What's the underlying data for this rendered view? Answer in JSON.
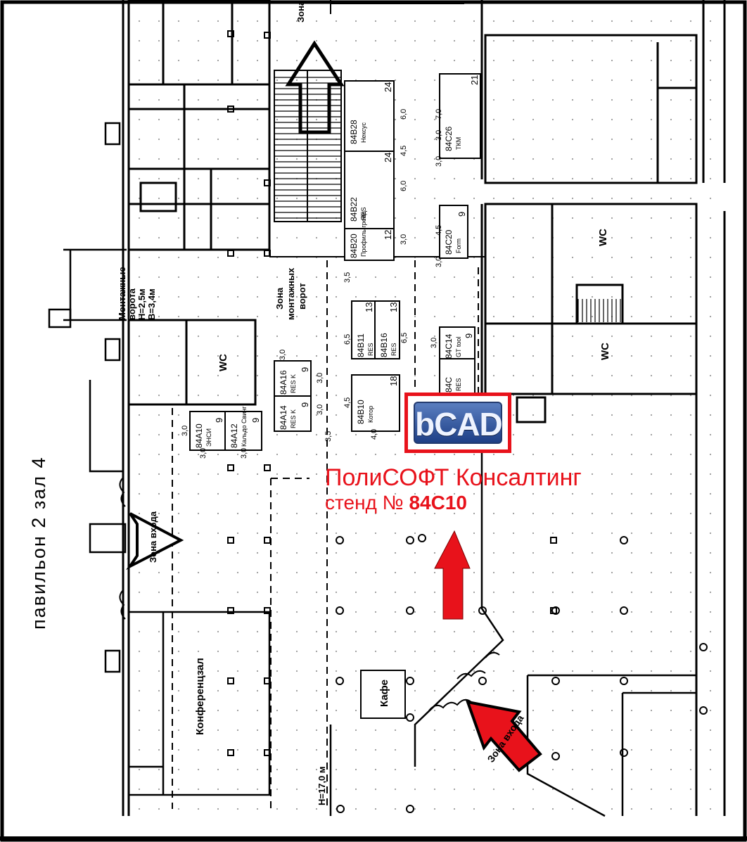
{
  "map": {
    "pavilion_label": "павильон 2 зал 4",
    "exhibitor_name": "ПолиСОФТ Консалтинг",
    "stand_prefix": "стенд №",
    "stand_number": "84C10",
    "logo_text": "bCAD",
    "accent_color": "#e8121b",
    "logo_color": "#2c4f9a",
    "zones": {
      "mounting_gate_left": [
        "Монтажные",
        "ворота",
        "Н=2,5м",
        "В=3,4м"
      ],
      "mounting_zone_center": [
        "Зона",
        "монтажных",
        "ворот"
      ],
      "entrance_zone_left": "Зона входа",
      "entrance_zone_bottom": "Зона входа",
      "top_zone": "Зона",
      "wc": "WC",
      "conference_hall": "Конференцзал",
      "cafe": "Кафе",
      "height_note": "Н=17,0 м"
    },
    "stands": [
      {
        "id": "84B28",
        "name": "Нексус",
        "area": "24"
      },
      {
        "id": "84B22",
        "name": "RES",
        "area": "24"
      },
      {
        "id": "84B20",
        "name": "Профиль грейд",
        "area": "12"
      },
      {
        "id": "84C26",
        "name": "ТКМ",
        "area": "21"
      },
      {
        "id": "84C20",
        "name": "Form",
        "area": "9"
      },
      {
        "id": "84B11",
        "name": "RES",
        "area": "13"
      },
      {
        "id": "84B16",
        "name": "RES",
        "area": "13"
      },
      {
        "id": "84C14",
        "name": "GT tool",
        "area": "9"
      },
      {
        "id": "84C",
        "name": "RES",
        "area": ""
      },
      {
        "id": "84B10",
        "name": "Котор",
        "area": "18"
      },
      {
        "id": "84A16",
        "name": "RES K",
        "area": "9"
      },
      {
        "id": "84A14",
        "name": "RES K",
        "area": "9"
      },
      {
        "id": "84A10",
        "name": "ЭНСИ",
        "area": "9"
      },
      {
        "id": "84A12",
        "name": "Кальдо Свинг",
        "area": "9"
      }
    ],
    "dims": [
      "6,0",
      "7,0",
      "4,5",
      "6,0",
      "3,0",
      "3,0",
      "3,0",
      "4,5",
      "3,0",
      "3,5",
      "6,5",
      "6,5",
      "3,0",
      "4,5",
      "4,0",
      "3,0",
      "3,0",
      "3,0",
      "3,5",
      "3,0",
      "3,0",
      "3,0"
    ]
  }
}
